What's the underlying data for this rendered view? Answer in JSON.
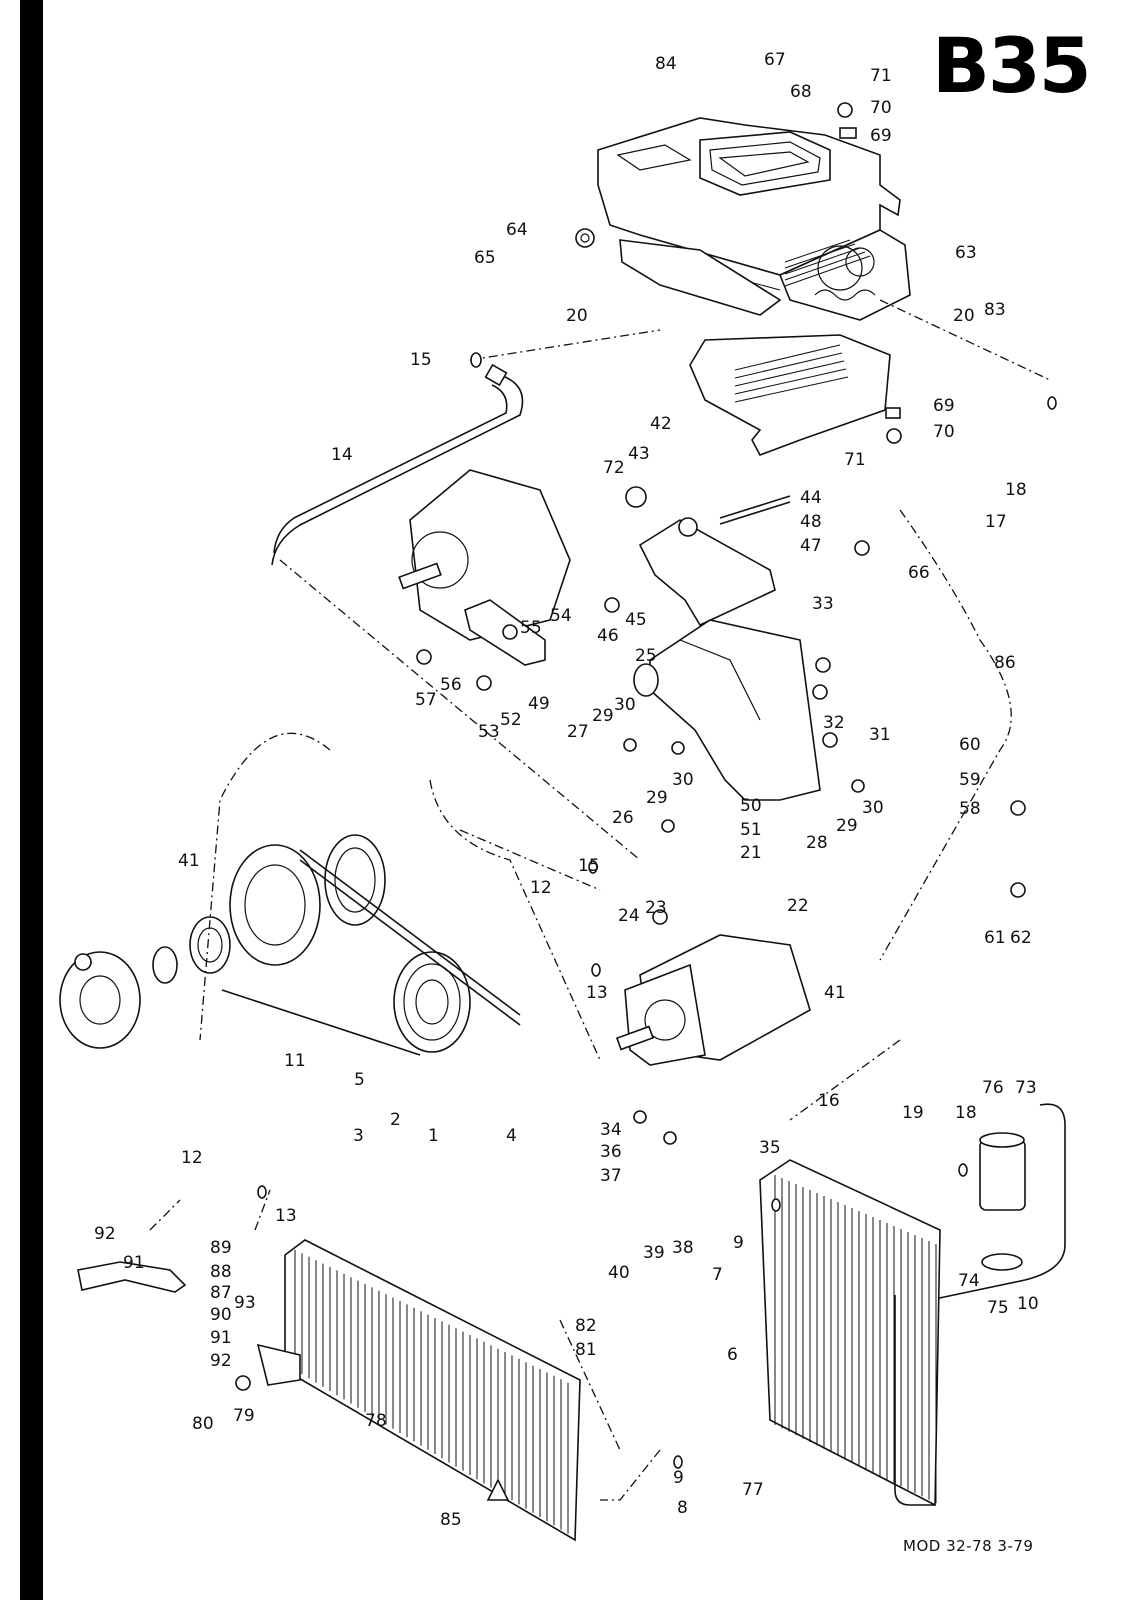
{
  "page": {
    "code": "B35",
    "footer": "MOD 32-78   3-79"
  },
  "callouts": [
    {
      "id": "c84",
      "text": "84"
    },
    {
      "id": "c67",
      "text": "67"
    },
    {
      "id": "c68",
      "text": "68"
    },
    {
      "id": "c71a",
      "text": "71"
    },
    {
      "id": "c70a",
      "text": "70"
    },
    {
      "id": "c69a",
      "text": "69"
    },
    {
      "id": "c64",
      "text": "64"
    },
    {
      "id": "c65",
      "text": "65"
    },
    {
      "id": "c63",
      "text": "63"
    },
    {
      "id": "c20a",
      "text": "20"
    },
    {
      "id": "c20b",
      "text": "20"
    },
    {
      "id": "c83",
      "text": "83"
    },
    {
      "id": "c15a",
      "text": "15"
    },
    {
      "id": "c69b",
      "text": "69"
    },
    {
      "id": "c70b",
      "text": "70"
    },
    {
      "id": "c72",
      "text": "72"
    },
    {
      "id": "c71b",
      "text": "71"
    },
    {
      "id": "c18a",
      "text": "18"
    },
    {
      "id": "c17",
      "text": "17"
    },
    {
      "id": "c42",
      "text": "42"
    },
    {
      "id": "c43",
      "text": "43"
    },
    {
      "id": "c44",
      "text": "44"
    },
    {
      "id": "c48",
      "text": "48"
    },
    {
      "id": "c47",
      "text": "47"
    },
    {
      "id": "c14",
      "text": "14"
    },
    {
      "id": "c66",
      "text": "66"
    },
    {
      "id": "c54",
      "text": "54"
    },
    {
      "id": "c55",
      "text": "55"
    },
    {
      "id": "c46",
      "text": "46"
    },
    {
      "id": "c45",
      "text": "45"
    },
    {
      "id": "c33",
      "text": "33"
    },
    {
      "id": "c32",
      "text": "32"
    },
    {
      "id": "c25",
      "text": "25"
    },
    {
      "id": "c57",
      "text": "57"
    },
    {
      "id": "c56",
      "text": "56"
    },
    {
      "id": "c53",
      "text": "53"
    },
    {
      "id": "c52",
      "text": "52"
    },
    {
      "id": "c49",
      "text": "49"
    },
    {
      "id": "c86",
      "text": "86"
    },
    {
      "id": "c27",
      "text": "27"
    },
    {
      "id": "c29a",
      "text": "29"
    },
    {
      "id": "c30a",
      "text": "30"
    },
    {
      "id": "c29b",
      "text": "29"
    },
    {
      "id": "c30b",
      "text": "30"
    },
    {
      "id": "c26",
      "text": "26"
    },
    {
      "id": "c31",
      "text": "31"
    },
    {
      "id": "c60",
      "text": "60"
    },
    {
      "id": "c59",
      "text": "59"
    },
    {
      "id": "c58",
      "text": "58"
    },
    {
      "id": "c50",
      "text": "50"
    },
    {
      "id": "c51",
      "text": "51"
    },
    {
      "id": "c21",
      "text": "21"
    },
    {
      "id": "c28",
      "text": "28"
    },
    {
      "id": "c29c",
      "text": "29"
    },
    {
      "id": "c30c",
      "text": "30"
    },
    {
      "id": "c41a",
      "text": "41"
    },
    {
      "id": "c15b",
      "text": "15"
    },
    {
      "id": "c12a",
      "text": "12"
    },
    {
      "id": "c24",
      "text": "24"
    },
    {
      "id": "c23",
      "text": "23"
    },
    {
      "id": "c22",
      "text": "22"
    },
    {
      "id": "c61",
      "text": "61"
    },
    {
      "id": "c62",
      "text": "62"
    },
    {
      "id": "c13a",
      "text": "13"
    },
    {
      "id": "c41b",
      "text": "41"
    },
    {
      "id": "c11",
      "text": "11"
    },
    {
      "id": "c5",
      "text": "5"
    },
    {
      "id": "c2",
      "text": "2"
    },
    {
      "id": "c3",
      "text": "3"
    },
    {
      "id": "c1",
      "text": "1"
    },
    {
      "id": "c4",
      "text": "4"
    },
    {
      "id": "c35",
      "text": "35"
    },
    {
      "id": "c16",
      "text": "16"
    },
    {
      "id": "c76",
      "text": "76"
    },
    {
      "id": "c73",
      "text": "73"
    },
    {
      "id": "c19",
      "text": "19"
    },
    {
      "id": "c18b",
      "text": "18"
    },
    {
      "id": "c34",
      "text": "34"
    },
    {
      "id": "c36",
      "text": "36"
    },
    {
      "id": "c37",
      "text": "37"
    },
    {
      "id": "c12b",
      "text": "12"
    },
    {
      "id": "c13b",
      "text": "13"
    },
    {
      "id": "c9a",
      "text": "9"
    },
    {
      "id": "c38",
      "text": "38"
    },
    {
      "id": "c39",
      "text": "39"
    },
    {
      "id": "c40",
      "text": "40"
    },
    {
      "id": "c92a",
      "text": "92"
    },
    {
      "id": "c91a",
      "text": "91"
    },
    {
      "id": "c89",
      "text": "89"
    },
    {
      "id": "c88",
      "text": "88"
    },
    {
      "id": "c87",
      "text": "87"
    },
    {
      "id": "c93",
      "text": "93"
    },
    {
      "id": "c90",
      "text": "90"
    },
    {
      "id": "c91b",
      "text": "91"
    },
    {
      "id": "c92b",
      "text": "92"
    },
    {
      "id": "c7",
      "text": "7"
    },
    {
      "id": "c74",
      "text": "74"
    },
    {
      "id": "c75",
      "text": "75"
    },
    {
      "id": "c10",
      "text": "10"
    },
    {
      "id": "c82",
      "text": "82"
    },
    {
      "id": "c81",
      "text": "81"
    },
    {
      "id": "c6",
      "text": "6"
    },
    {
      "id": "c80",
      "text": "80"
    },
    {
      "id": "c79",
      "text": "79"
    },
    {
      "id": "c78",
      "text": "78"
    },
    {
      "id": "c9b",
      "text": "9"
    },
    {
      "id": "c8",
      "text": "8"
    },
    {
      "id": "c77",
      "text": "77"
    },
    {
      "id": "c85",
      "text": "85"
    }
  ]
}
